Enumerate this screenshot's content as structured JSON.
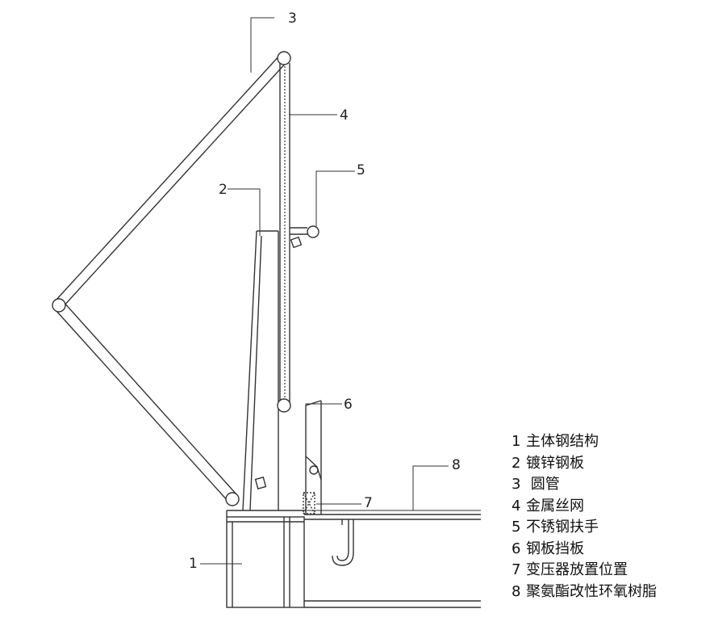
{
  "callouts": [
    "1",
    "2",
    "3",
    "4",
    "5",
    "6",
    "7",
    "8"
  ],
  "legend": [
    {
      "num": "1",
      "label": "主体钢结构"
    },
    {
      "num": "2",
      "label": "镀锌钢板"
    },
    {
      "num": "3",
      "label": " 圆管"
    },
    {
      "num": "4",
      "label": "金属丝网"
    },
    {
      "num": "5",
      "label": "不锈钢扶手"
    },
    {
      "num": "6",
      "label": "钢板挡板"
    },
    {
      "num": "7",
      "label": "变压器放置位置"
    },
    {
      "num": "8",
      "label": "聚氨酯改性环氧树脂"
    }
  ],
  "colors": {
    "line": "#333333",
    "text": "#111111",
    "background": "#ffffff"
  }
}
